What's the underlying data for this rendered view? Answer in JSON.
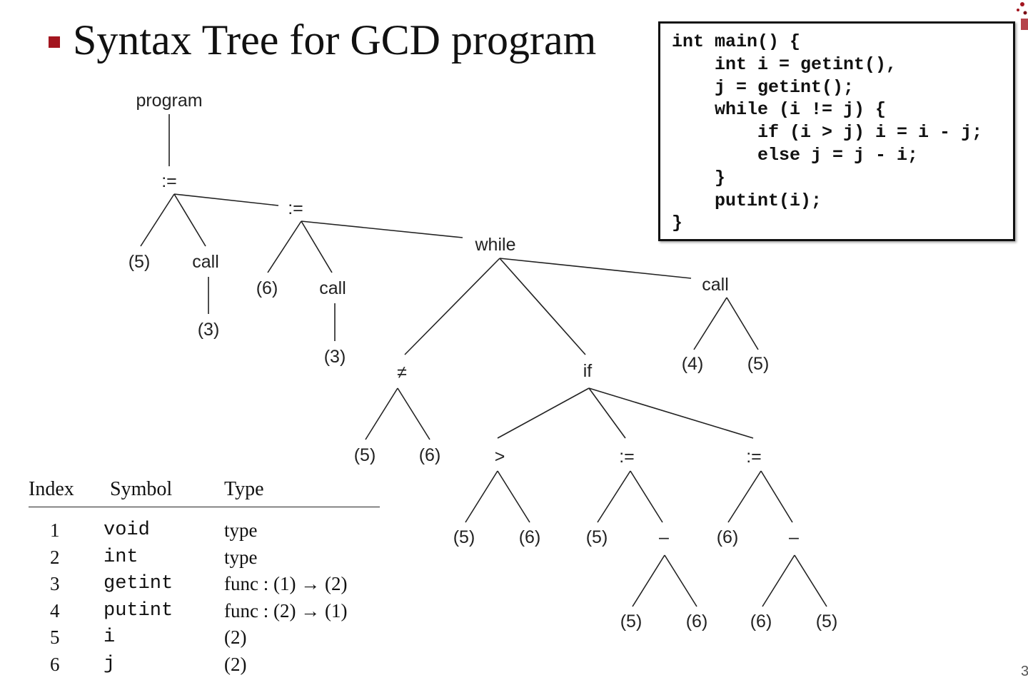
{
  "slide": {
    "title": "Syntax Tree for GCD program",
    "accent_color": "#a3151f",
    "page_number": "3"
  },
  "code_box": {
    "lines": [
      "int main() {",
      "    int i = getint(),",
      "    j = getint();",
      "    while (i != j) {",
      "        if (i > j) i = i - j;",
      "        else j = j - i;",
      "    }",
      "    putint(i);",
      "}"
    ]
  },
  "tree": {
    "nodes": {
      "program": "program",
      "assign1": ":=",
      "n5_a": "(5)",
      "call1": "call",
      "n3_a": "(3)",
      "assign2": ":=",
      "n6_a": "(6)",
      "call2": "call",
      "n3_b": "(3)",
      "while": "while",
      "call3": "call",
      "n4": "(4)",
      "n5_b": "(5)",
      "neq": "≠",
      "n5_c": "(5)",
      "n6_b": "(6)",
      "if": "if",
      "gt": ">",
      "n5_d": "(5)",
      "n6_c": "(6)",
      "assign3": ":=",
      "n5_e": "(5)",
      "minus1": "–",
      "n5_f": "(5)",
      "n6_d": "(6)",
      "assign4": ":=",
      "n6_e": "(6)",
      "minus2": "–",
      "n6_f": "(6)",
      "n5_g": "(5)"
    }
  },
  "symbol_table": {
    "headers": {
      "index": "Index",
      "symbol": "Symbol",
      "type": "Type"
    },
    "rows": [
      {
        "index": "1",
        "symbol": "void",
        "type": "type"
      },
      {
        "index": "2",
        "symbol": "int",
        "type": "type"
      },
      {
        "index": "3",
        "symbol": "getint",
        "type": "func : (1) → (2)"
      },
      {
        "index": "4",
        "symbol": "putint",
        "type": "func : (2) → (1)"
      },
      {
        "index": "5",
        "symbol": "i",
        "type": "(2)"
      },
      {
        "index": "6",
        "symbol": "j",
        "type": "(2)"
      }
    ]
  }
}
